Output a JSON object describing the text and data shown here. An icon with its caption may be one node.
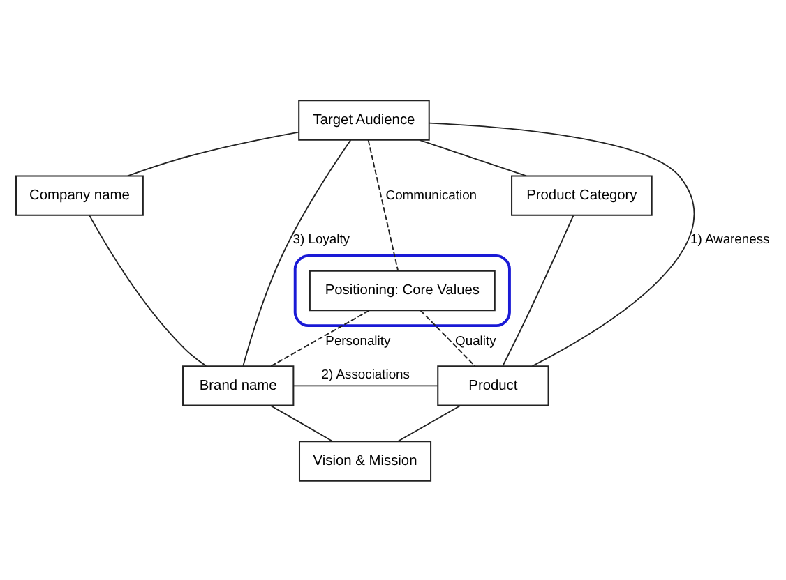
{
  "diagram": {
    "nodes": [
      {
        "text": [
          "Target Audience"
        ]
      },
      {
        "text": [
          "Company name"
        ]
      },
      {
        "text": [
          "Product Category"
        ]
      },
      {
        "text": [],
        "shape": "ellipse"
      },
      {
        "text": [
          "Positioning: Core Values"
        ],
        "in": 3
      },
      {
        "text": [
          "Brand name"
        ]
      },
      {
        "text": [
          "Product"
        ]
      },
      {
        "text": [
          "Vision & Mission"
        ]
      }
    ],
    "edges": [
      {
        "from": 0,
        "to": 1,
        "arrow": "none"
      },
      {
        "from": 0,
        "to": 2,
        "arrow": "none"
      },
      {
        "from": 1,
        "to": 5,
        "arrow": "none"
      },
      {
        "from": 2,
        "to": 6,
        "arrow": "none"
      },
      {
        "from": 0,
        "to": 5,
        "arrow": "none",
        "label": "3) Loyalty"
      },
      {
        "from": 0,
        "to": 6,
        "arrow": "none",
        "label": "1) Awareness"
      },
      {
        "from": 0,
        "to": 4,
        "arrow": "none",
        "label": "Communication",
        "style": "dashed"
      },
      {
        "from": 4,
        "to": 5,
        "arrow": "none",
        "label": "Personality",
        "style": "dashed"
      },
      {
        "from": 4,
        "to": 6,
        "arrow": "none",
        "label": "Quality",
        "style": "dashed"
      },
      {
        "from": 5,
        "to": 6,
        "arrow": "none",
        "label": "2) Associations"
      },
      {
        "from": 5,
        "to": 7,
        "arrow": "none"
      },
      {
        "from": 6,
        "to": 7,
        "arrow": "none"
      }
    ]
  }
}
